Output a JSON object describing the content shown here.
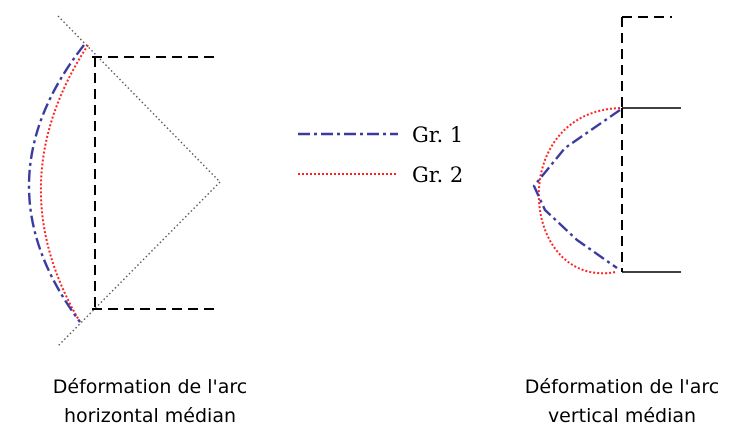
{
  "legend": {
    "items": [
      {
        "label": "Gr. 1",
        "color": "#3a3aa0",
        "style": "dash-dot"
      },
      {
        "label": "Gr. 2",
        "color": "#ff2020",
        "style": "dotted"
      }
    ]
  },
  "captions": {
    "left": {
      "line1": "Déformation de l'arc",
      "line2": "horizontal médian"
    },
    "right": {
      "line1": "Déformation de l'arc",
      "line2": "vertical médian"
    }
  },
  "colors": {
    "reference": "#000000",
    "guide": "#555555"
  }
}
